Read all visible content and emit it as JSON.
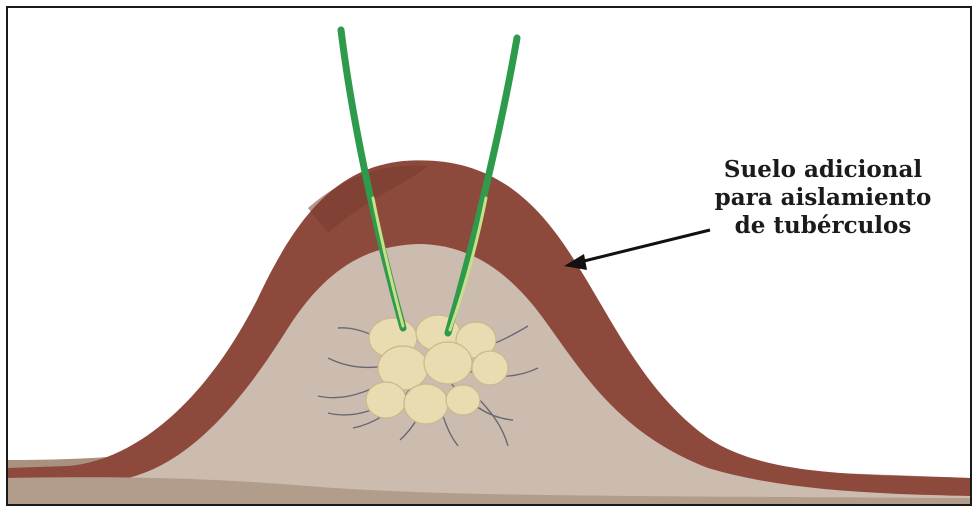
{
  "annotation": {
    "lines": [
      "Suelo adicional",
      "para aislamiento",
      "de tubérculos"
    ]
  },
  "colors": {
    "outer_soil": "#8d4a3c",
    "inner_soil": "#cbbcaf",
    "ground": "#a8917f",
    "stem": "#2e9a4b",
    "tuber": "#e8dcb0",
    "roots": "#5a5a6a",
    "arrow": "#111111"
  }
}
